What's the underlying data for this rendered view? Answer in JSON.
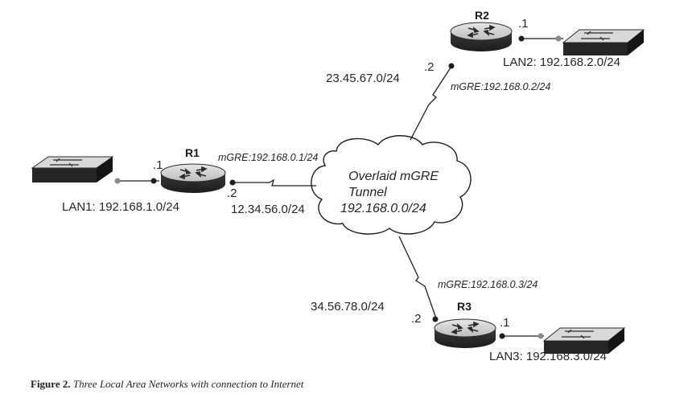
{
  "routers": [
    {
      "id": "r1",
      "name": "R1"
    },
    {
      "id": "r2",
      "name": "R2"
    },
    {
      "id": "r3",
      "name": "R3"
    }
  ],
  "lans": [
    {
      "id": "lan1",
      "label": "LAN1: 192.168.1.0/24"
    },
    {
      "id": "lan2",
      "label": "LAN2: 192.168.2.0/24"
    },
    {
      "id": "lan3",
      "label": "LAN3: 192.168.3.0/24"
    }
  ],
  "wan_links": {
    "r1": {
      "subnet": "12.34.56.0/24",
      "host": ".2",
      "lan_host": ".1",
      "mgre": "mGRE:192.168.0.1/24"
    },
    "r2": {
      "subnet": "23.45.67.0/24",
      "host": ".2",
      "lan_host": ".1",
      "mgre": "mGRE:192.168.0.2/24"
    },
    "r3": {
      "subnet": "34.56.78.0/24",
      "host": ".2",
      "lan_host": ".1",
      "mgre": "mGRE:192.168.0.3/24"
    }
  },
  "cloud": {
    "line1": "Overlaid mGRE",
    "line2": "Tunnel",
    "line3": "192.168.0.0/24"
  },
  "caption": {
    "prefix": "Figure 2.",
    "text": "Three Local Area Networks with connection to Internet"
  },
  "colors": {
    "device": "#2b2b2b",
    "device_top": "#cfcfcf",
    "line": "#1e1e1e",
    "port_gray": "#8a8a8a"
  }
}
